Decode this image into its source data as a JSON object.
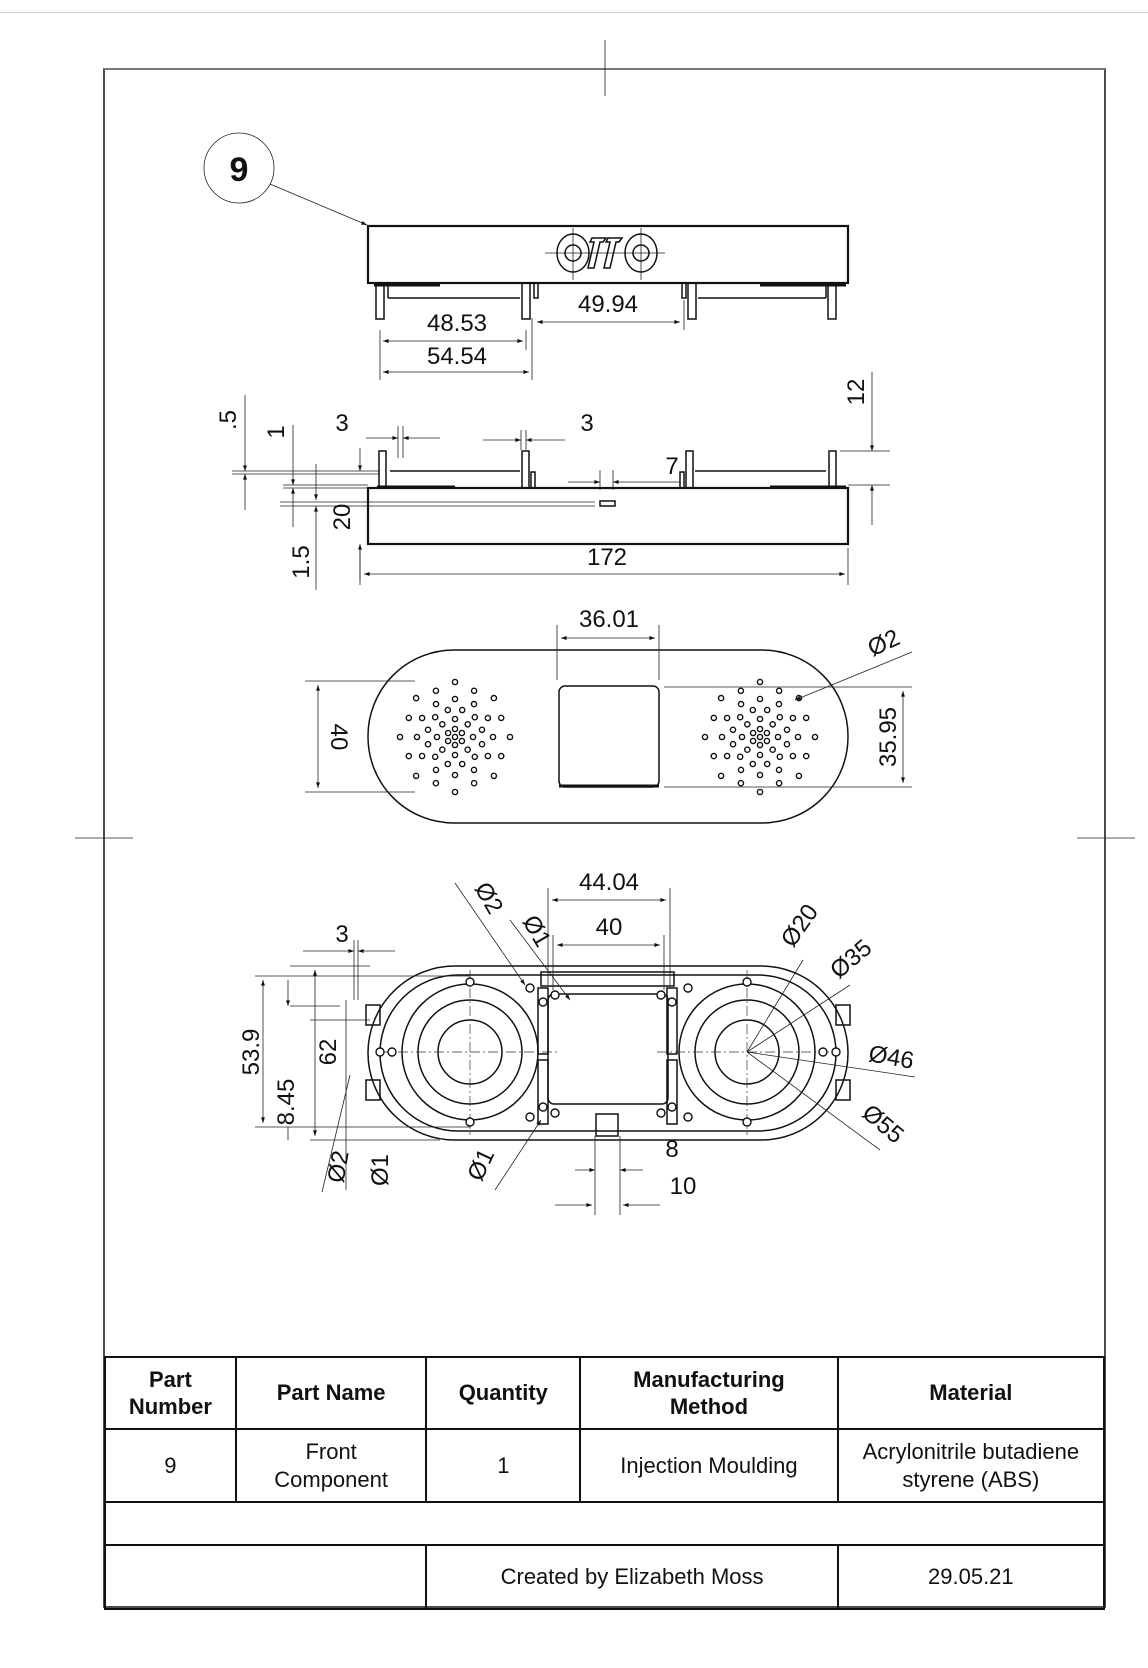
{
  "drawing": {
    "balloon_label": "9",
    "logo_text": "OTTO",
    "views": {
      "front": {
        "dims": {
          "d1": "48.53",
          "d2": "54.54",
          "d3": "49.94"
        }
      },
      "side": {
        "dims": {
          "a": ".5",
          "b": "1",
          "c": "3",
          "d": "3",
          "e": "12",
          "f": "7",
          "g": "20",
          "h": "1.5",
          "i": "172"
        }
      },
      "top": {
        "dims": {
          "width_box": "36.01",
          "hole_dia": "Ø2",
          "left_span": "40",
          "right_span": "35.95"
        }
      },
      "bottom": {
        "dims": {
          "w1": "44.04",
          "w2": "40",
          "s3": "3",
          "dia2_top": "Ø2",
          "dia1_top": "Ø1",
          "dia20": "Ø20",
          "dia35": "Ø35",
          "dia46": "Ø46",
          "dia55": "Ø55",
          "h53": "53.9",
          "h62": "62",
          "h845": "8.45",
          "dia2_bot": "Ø2",
          "dia1_bot": "Ø1",
          "dia1_mid": "Ø1",
          "tab8": "8",
          "tab10": "10"
        }
      }
    }
  },
  "title_block": {
    "headers": [
      "Part Number",
      "Part Name",
      "Quantity",
      "Manufacturing Method",
      "Material"
    ],
    "headers_lines": [
      [
        "Part",
        "Number"
      ],
      [
        "Part Name"
      ],
      [
        "Quantity"
      ],
      [
        "Manufacturing",
        "Method"
      ],
      [
        "Material"
      ]
    ],
    "row": {
      "part_number": "9",
      "part_name_lines": [
        "Front",
        "Component"
      ],
      "quantity": "1",
      "method": "Injection Moulding",
      "material_lines": [
        "Acrylonitrile butadiene",
        "styrene (ABS)"
      ]
    },
    "footer": {
      "created_by": "Created by Elizabeth Moss",
      "date": "29.05.21"
    }
  }
}
